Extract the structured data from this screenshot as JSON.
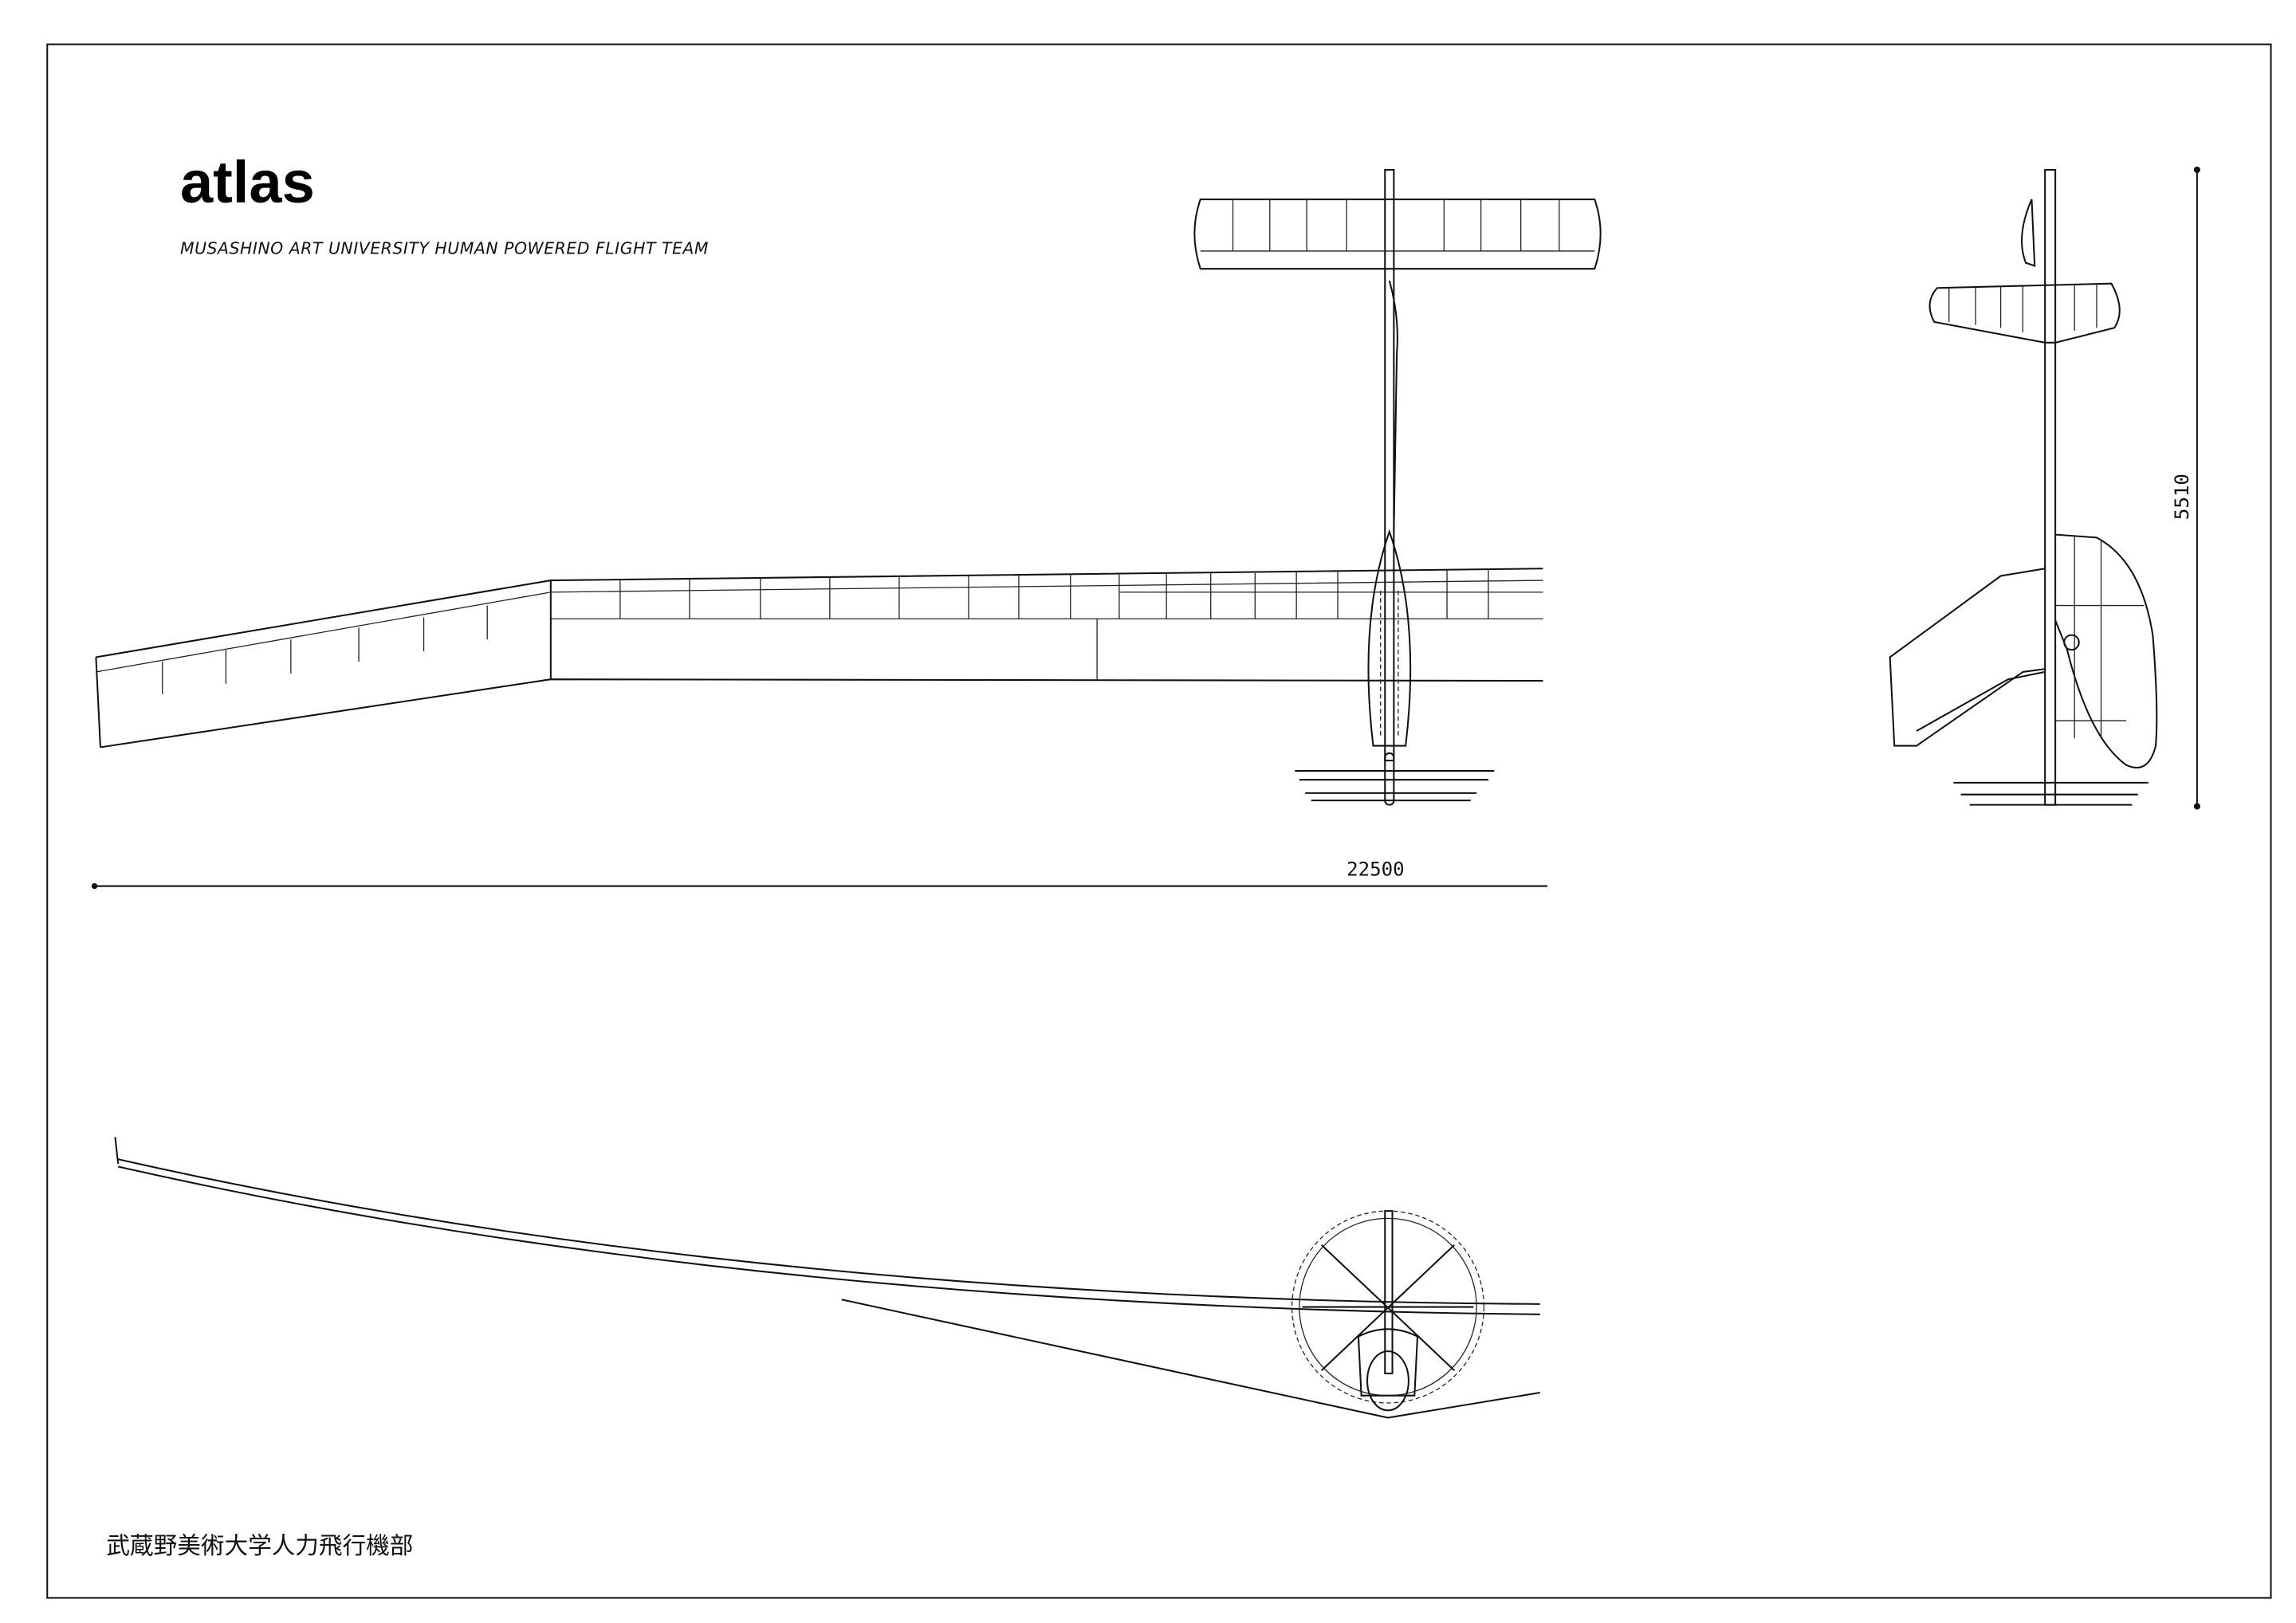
{
  "title": "atlas",
  "subtitle": "MUSASHINO ART UNIVERSITY HUMAN POWERED  FLIGHT TEAM",
  "dimensions": {
    "span": "22500",
    "length": "5510"
  },
  "footer_japanese": "武蔵野美術大学人力飛行機部",
  "colors": {
    "ink": "#111111",
    "paper": "#ffffff"
  }
}
